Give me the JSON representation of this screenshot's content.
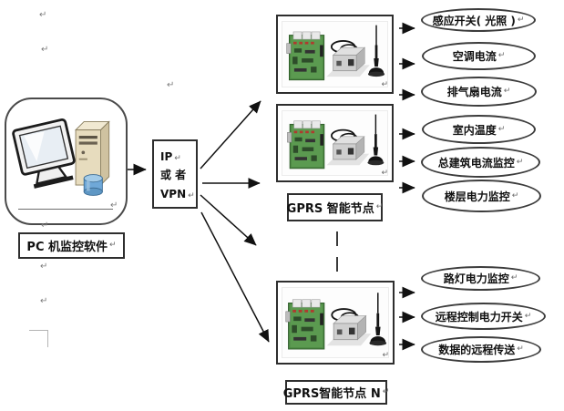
{
  "left": {
    "pc_box_label": "PC 机监控软件"
  },
  "link": {
    "lines": [
      "IP",
      "或 者",
      "VPN"
    ]
  },
  "nodes": [
    {
      "label": "GPRS 智能节点"
    },
    {
      "label": "GPRS智能节点 N"
    }
  ],
  "outputs": [
    {
      "label": "感应开关( 光照 )"
    },
    {
      "label": "空调电流"
    },
    {
      "label": "排气扇电流"
    },
    {
      "label": "室内温度"
    },
    {
      "label": "总建筑电流监控"
    },
    {
      "label": "楼层电力监控"
    },
    {
      "label": "路灯电力监控"
    },
    {
      "label": "远程控制电力开关"
    },
    {
      "label": "数据的远程传送"
    }
  ],
  "marks": {
    "return": "↵"
  },
  "colors": {
    "line": "#1a1a1a",
    "pcb_green": "#4e8a44",
    "modem_silver": "#c9c9c9",
    "tower_beige": "#e7dcbe",
    "cylinder_blue": "#6fa8d8"
  }
}
